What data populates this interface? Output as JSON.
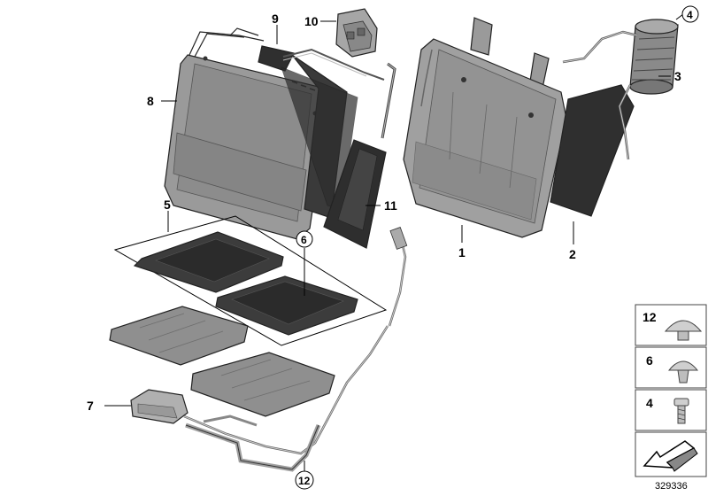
{
  "callouts": {
    "c1": "1",
    "c2": "2",
    "c3": "3",
    "c4": "4",
    "c5": "5",
    "c6": "6",
    "c7": "7",
    "c8": "8",
    "c9": "9",
    "c10": "10",
    "c11": "11",
    "c12": "12"
  },
  "legend": {
    "items": [
      {
        "label": "12",
        "icon": "push-rivet-large-icon"
      },
      {
        "label": "6",
        "icon": "push-rivet-small-icon"
      },
      {
        "label": "4",
        "icon": "screw-icon"
      }
    ],
    "direction_icon": "arrow-direction-icon"
  },
  "reference_number": "329336",
  "colors": {
    "part_fill": "#8e8e8e",
    "part_dark": "#3a3a3a",
    "frame": "#a8a8a8",
    "outline": "#222222"
  }
}
